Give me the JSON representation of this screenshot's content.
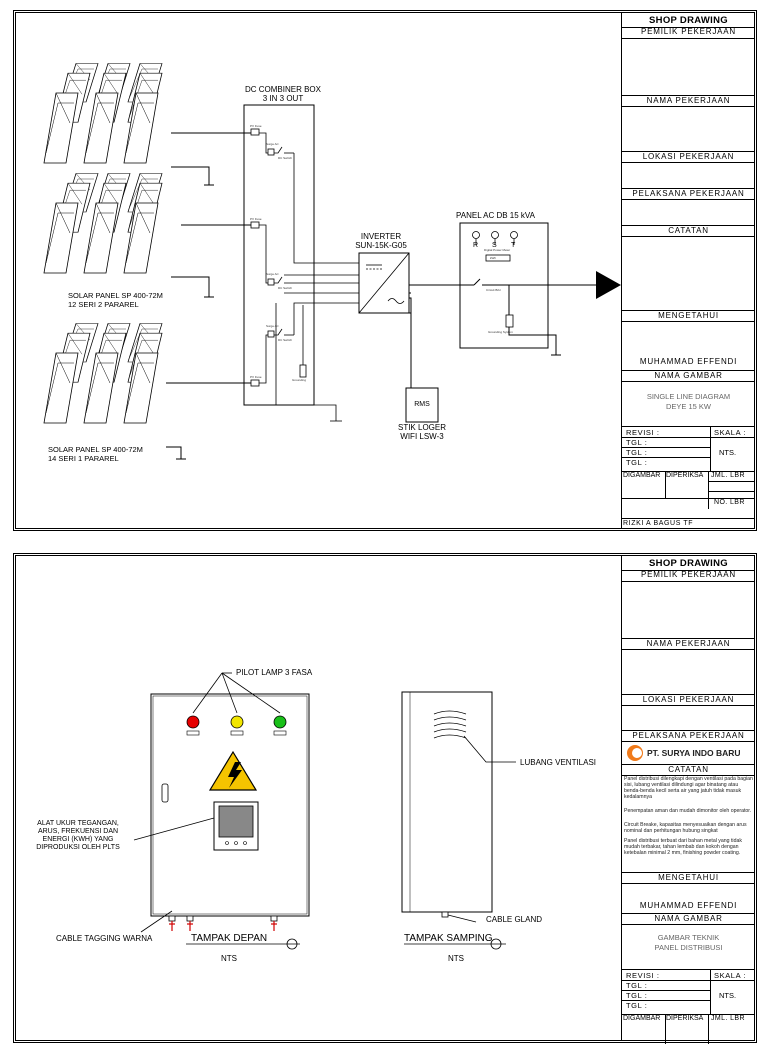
{
  "sheet1": {
    "combiner": {
      "title": "DC COMBINER BOX",
      "subtitle": "3 IN 3 OUT"
    },
    "inverter": {
      "title": "INVERTER",
      "model": "SUN-15K-G05"
    },
    "panel_ac": {
      "title": "PANEL AC DB 15 kVA",
      "phases": [
        "R",
        "S",
        "T"
      ]
    },
    "rms": {
      "box": "RMS",
      "label1": "STIK LOGER",
      "label2": "WIFI LSW-3"
    },
    "solar1": {
      "line1": "SOLAR PANEL SP 400-72M",
      "line2": "12 SERI 2 PARAREL"
    },
    "solar2": {
      "line1": "SOLAR PANEL SP 400-72M",
      "line2": "14 SERI 1 PARAREL"
    },
    "titleblock": {
      "header": "SHOP DRAWING",
      "pemilik": "PEMILIK PEKERJAAN",
      "nama_pekerjaan": "NAMA PEKERJAAN",
      "lokasi": "LOKASI PEKERJAAN",
      "pelaksana": "PELAKSANA PEKERJAAN",
      "catatan": "CATATAN",
      "mengetahui": "MENGETAHUI",
      "person": "MUHAMMAD EFFENDI",
      "nama_gambar": "NAMA GAMBAR",
      "drawing_title1": "SINGLE LINE DIAGRAM",
      "drawing_title2": "DEYE 15 KW",
      "revisi": "REVISI :",
      "skala": "SKALA :",
      "tgl1": "TGL :",
      "tgl2": "TGL :",
      "tgl3": "TGL :",
      "nts": "NTS.",
      "digambar": "DIGAMBAR",
      "diperiksa": "DIPERIKSA",
      "jml_lbr": "JML. LBR",
      "no_lbr": "NO. LBR",
      "drafter": "RIZKI A BAGUS TF"
    }
  },
  "sheet2": {
    "pilot_lamp": "PILOT LAMP 3 FASA",
    "meter_label": [
      "ALAT UKUR TEGANGAN,",
      "ARUS, FREKUENSI DAN",
      "ENERGI (KWH) YANG",
      "DIPRODUKSI OLEH PLTS"
    ],
    "cable_tagging": "CABLE TAGGING WARNA",
    "front_view": "TAMPAK DEPAN",
    "side_view": "TAMPAK SAMPING",
    "nts": "NTS",
    "ventilation": "LUBANG VENTILASI",
    "cable_gland": "CABLE GLAND",
    "lamp_colors": [
      "#e60000",
      "#f2e600",
      "#19c019"
    ],
    "warning_color": "#f5c400",
    "titleblock": {
      "header": "SHOP DRAWING",
      "pemilik": "PEMILIK PEKERJAAN",
      "nama_pekerjaan": "NAMA PEKERJAAN",
      "lokasi": "LOKASI PEKERJAAN",
      "pelaksana": "PELAKSANA PEKERJAAN",
      "company": "PT. SURYA INDO BARU",
      "company_color": "#f07a1a",
      "catatan": "CATATAN",
      "note1": "Panel distribusi dilengkapi dengan ventilasi pada bagian sisi, lubang ventilasi dilindungi agar binatang atau benda-benda kecil serta air yang jatuh tidak masuk kedalamnya",
      "note2": "Penempatan aman dan mudah dimonitor oleh operator.",
      "note3": "Circuit Breake, kapasitas menyesuaikan dengan arus nominal dan perhitungan hubung singkat",
      "note4": "Panel distribusi terbuat dari bahan metal yang tidak mudah terbakar, tahan lembab dan kokoh dengan ketebalan minimal 2 mm, finishing powder coating.",
      "mengetahui": "MENGETAHUI",
      "person": "MUHAMMAD EFFENDI",
      "nama_gambar": "NAMA GAMBAR",
      "drawing_title1": "GAMBAR TEKNIK",
      "drawing_title2": "PANEL DISTRIBUSI",
      "revisi": "REVISI :",
      "skala": "SKALA :",
      "tgl1": "TGL :",
      "tgl2": "TGL :",
      "tgl3": "TGL :",
      "nts": "NTS.",
      "digambar": "DIGAMBAR",
      "diperiksa": "DIPERIKSA",
      "jml_lbr": "JML. LBR"
    }
  }
}
